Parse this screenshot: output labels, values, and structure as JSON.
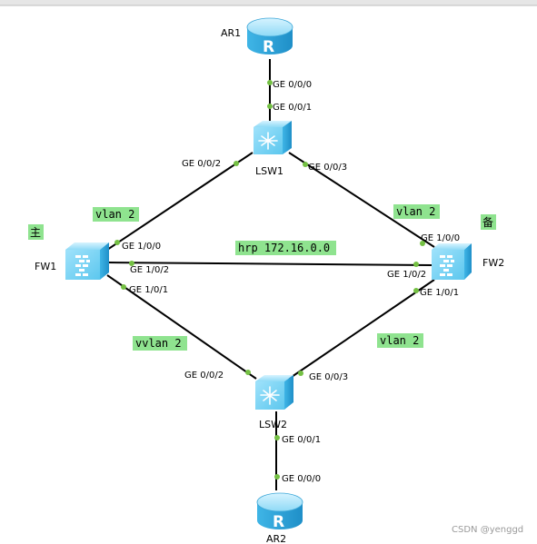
{
  "devices": {
    "ar1": {
      "label": "AR1",
      "icon": "router-icon"
    },
    "lsw1": {
      "label": "LSW1",
      "icon": "switch-icon"
    },
    "fw1": {
      "label": "FW1",
      "icon": "firewall-icon"
    },
    "fw2": {
      "label": "FW2",
      "icon": "firewall-icon"
    },
    "lsw2": {
      "label": "LSW2",
      "icon": "switch-icon"
    },
    "ar2": {
      "label": "AR2",
      "icon": "router-icon"
    }
  },
  "ports": {
    "ar1_p0": "GE 0/0/0",
    "lsw1_p1": "GE 0/0/1",
    "lsw1_p2": "GE 0/0/2",
    "lsw1_p3": "GE 0/0/3",
    "fw1_p0": "GE 1/0/0",
    "fw1_p2": "GE 1/0/2",
    "fw1_p1": "GE 1/0/1",
    "fw2_p0": "GE 1/0/0",
    "fw2_p2": "GE 1/0/2",
    "fw2_p1": "GE 1/0/1",
    "lsw2_p2": "GE 0/0/2",
    "lsw2_p3": "GE 0/0/3",
    "lsw2_p1": "GE 0/0/1",
    "ar2_p0": "GE 0/0/0"
  },
  "tags": {
    "vlan_tl": "vlan 2",
    "vlan_tr": "vlan 2",
    "hrp": "hrp 172.16.0.0",
    "vlan_bl": "vvlan 2",
    "vlan_br": "vlan 2",
    "master": "主",
    "backup": "备"
  },
  "watermark": "CSDN @yenggd",
  "colors": {
    "device_fill": "#5ec8ee",
    "link": "#000000",
    "port_dot": "#74c043",
    "tag_bg": "#8fe38f"
  }
}
